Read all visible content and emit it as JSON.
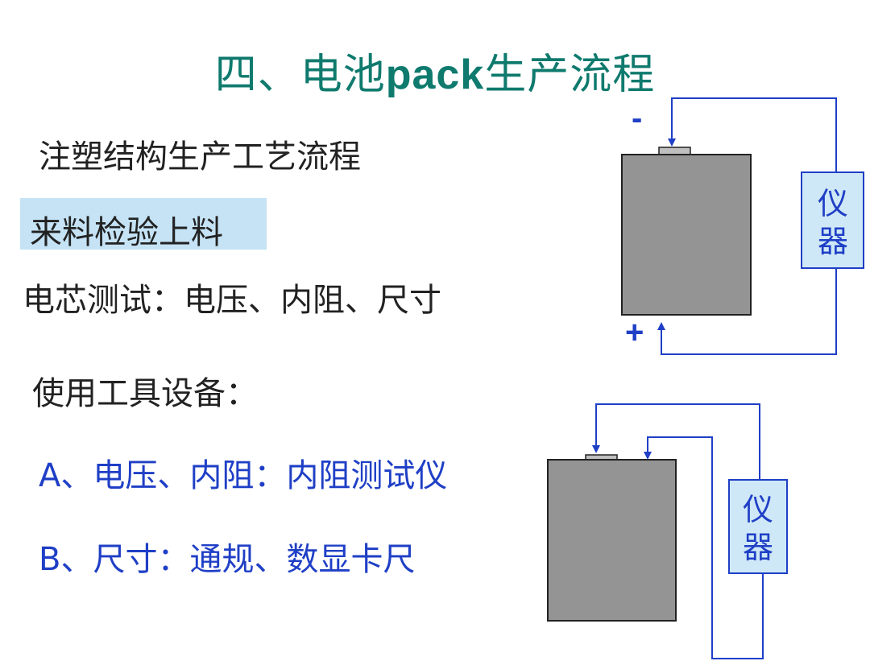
{
  "title": {
    "prefix": "四、电池",
    "latin": "pack",
    "suffix": "生产流程"
  },
  "subtitle": "注塑结构生产工艺流程",
  "highlight": "来料检验上料",
  "cell_test": "电芯测试：电压、内阻、尺寸",
  "tools_heading": "使用工具设备：",
  "item_a": "A、电压、内阻：内阻测试仪",
  "item_b": "B、尺寸：通规、数显卡尺",
  "diagram1": {
    "minus": "-",
    "plus": "+",
    "box_line1": "仪",
    "box_line2": "器"
  },
  "diagram2": {
    "box_line1": "仪",
    "box_line2": "器"
  },
  "colors": {
    "title": "#0f7a6e",
    "blue": "#1f3fc6",
    "highlight": "#c5e3f5",
    "battery": "#949494",
    "box": "#cfe8f7"
  }
}
